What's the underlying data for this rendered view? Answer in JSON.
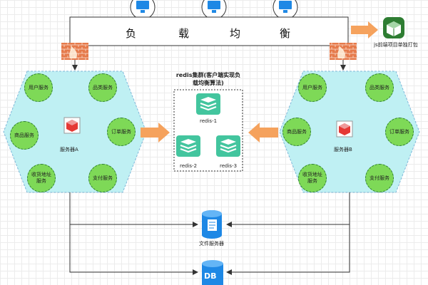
{
  "load_balancer": {
    "chars": [
      "负",
      "载",
      "均",
      "衡"
    ],
    "side_note": "js前端项目单独打包"
  },
  "cluster_a": {
    "server_label": "服务器A",
    "services": [
      "用户服务",
      "品类服务",
      "商品服务",
      "订单服务",
      "收货地址服务",
      "支付服务"
    ]
  },
  "cluster_b": {
    "server_label": "服务器B",
    "services": [
      "用户服务",
      "品类服务",
      "商品服务",
      "订单服务",
      "收货地址服务",
      "支付服务"
    ]
  },
  "redis": {
    "title": "redis集群(客户端实现负载均衡算法)",
    "nodes": [
      "redis-1",
      "redis-2",
      "redis-3"
    ]
  },
  "storage": {
    "file_server_label": "文件服务器",
    "db_label": "DB"
  },
  "colors": {
    "hexagon_fill": "#bff0f3",
    "service_fill": "#7ed957",
    "arrow_orange": "#f5a25d",
    "firewall": "#e57a4b",
    "server_cube": "#e53935",
    "db_blue": "#1e88e5",
    "redis_green": "#43c59e"
  },
  "icons": [
    "monitor-icon",
    "firewall-icon",
    "server-cube-icon",
    "redis-icon",
    "database-icon",
    "file-server-icon",
    "package-cube-icon"
  ]
}
